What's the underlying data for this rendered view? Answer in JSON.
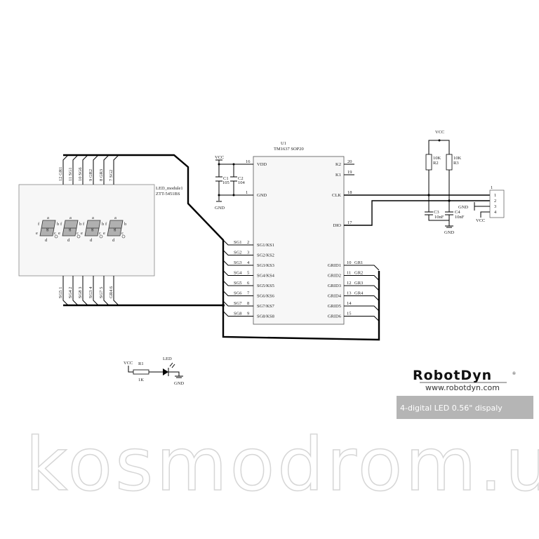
{
  "ic": {
    "designator": "U1",
    "part": "TM1637 SOP20",
    "left_pins": [
      {
        "num": "16",
        "name": "VDD"
      },
      {
        "num": "1",
        "name": "GND"
      }
    ],
    "seg_pins": [
      {
        "net": "SG1",
        "num": "2",
        "name": "SG1/KS1"
      },
      {
        "net": "SG2",
        "num": "3",
        "name": "SG2/KS2"
      },
      {
        "net": "SG3",
        "num": "4",
        "name": "SG3/KS3"
      },
      {
        "net": "SG4",
        "num": "5",
        "name": "SG4/KS4"
      },
      {
        "net": "SG5",
        "num": "6",
        "name": "SG5/KS5"
      },
      {
        "net": "SG6",
        "num": "7",
        "name": "SG6/KS6"
      },
      {
        "net": "SG7",
        "num": "8",
        "name": "SG7/KS7"
      },
      {
        "net": "SG8",
        "num": "9",
        "name": "SG8/KS8"
      }
    ],
    "right_pins": [
      {
        "num": "20",
        "name": "K2"
      },
      {
        "num": "19",
        "name": "K1"
      },
      {
        "num": "18",
        "name": "CLK"
      },
      {
        "num": "17",
        "name": "DIO"
      }
    ],
    "grid_pins": [
      {
        "num": "10",
        "net": "GR1",
        "name": "GRID1"
      },
      {
        "num": "11",
        "net": "GR2",
        "name": "GRID2"
      },
      {
        "num": "12",
        "net": "GR3",
        "name": "GRID3"
      },
      {
        "num": "13",
        "net": "GR4",
        "name": "GRID4"
      },
      {
        "num": "14",
        "net": "",
        "name": "GRID5"
      },
      {
        "num": "15",
        "net": "",
        "name": "GRID6"
      }
    ]
  },
  "decoupling": {
    "vcc": "VCC",
    "gnd": "GND",
    "c1": {
      "ref": "C1",
      "value": "105"
    },
    "c2": {
      "ref": "C2",
      "value": "104"
    }
  },
  "pullups": {
    "vcc": "VCC",
    "gnd": "GND",
    "r2": {
      "ref": "R2",
      "value": "10K"
    },
    "r3": {
      "ref": "R3",
      "value": "10K"
    },
    "c3": {
      "ref": "C3",
      "value": "10nF"
    },
    "c4": {
      "ref": "C4",
      "value": "10nF"
    }
  },
  "connector": {
    "ref": "J1",
    "pins": [
      "1",
      "2",
      "3",
      "4"
    ],
    "gnd": "GND",
    "vcc": "VCC"
  },
  "led_module": {
    "ref": "LED_module1",
    "part": "ZTT-5451BS",
    "top_pins": [
      "12 GR1",
      "11 SG1",
      "10 SG6",
      "9 GR2",
      "8 GR3",
      "7 SG2"
    ],
    "bottom_pins": [
      "SG5 1",
      "SG4 2",
      "SG8 3",
      "SG3 4",
      "SG7 5",
      "GR4 6"
    ],
    "digits": 4,
    "segment_labels": [
      "a",
      "b",
      "c",
      "d",
      "e",
      "f",
      "g"
    ]
  },
  "power_led": {
    "vcc": "VCC",
    "resistor_ref": "R1",
    "resistor_value": "1K",
    "led": "LED",
    "gnd": "GND"
  },
  "branding": {
    "logo": "RobotDyn",
    "reg": "®",
    "url": "www.robotdyn.com",
    "banner": "4-digital LED 0.56\" dispaly",
    "watermark": "kosmodrom.ua",
    "banner_color": "#b5b5b5"
  }
}
